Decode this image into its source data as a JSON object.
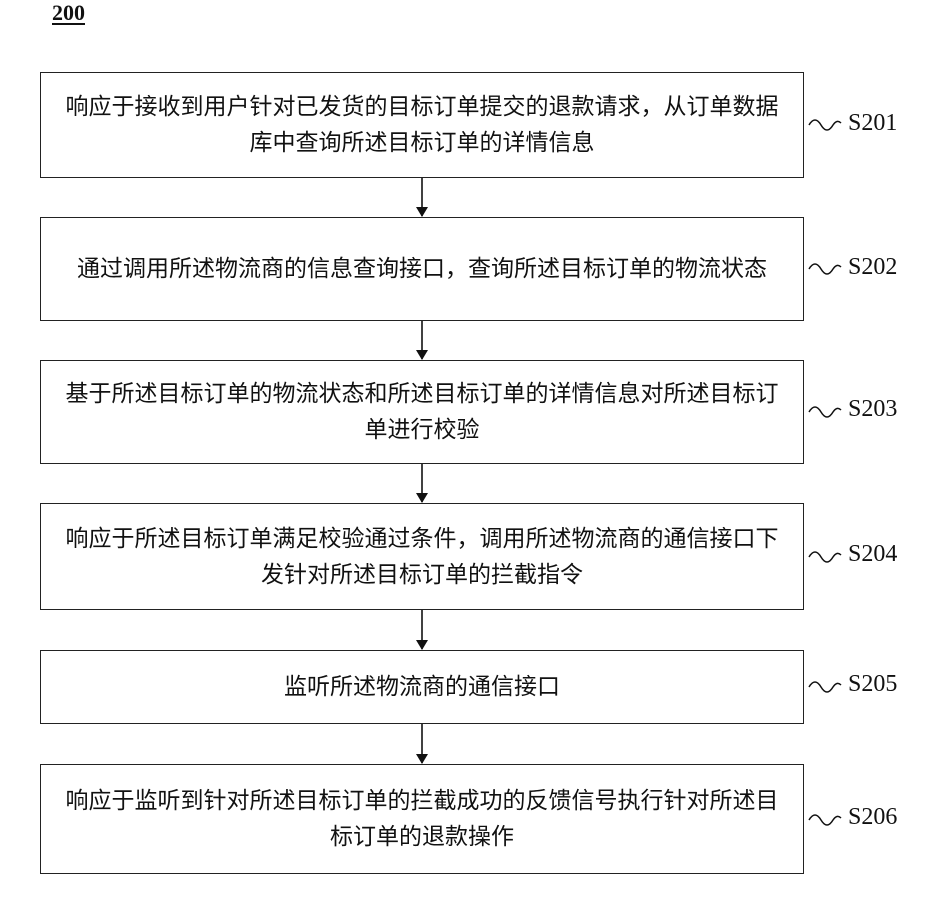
{
  "figure": {
    "number": "200"
  },
  "steps": [
    {
      "label": "S201",
      "text": "响应于接收到用户针对已发货的目标订单提交的退款请求，从订单数据库中查询所述目标订单的详情信息"
    },
    {
      "label": "S202",
      "text": "通过调用所述物流商的信息查询接口，查询所述目标订单的物流状态"
    },
    {
      "label": "S203",
      "text": "基于所述目标订单的物流状态和所述目标订单的详情信息对所述目标订单进行校验"
    },
    {
      "label": "S204",
      "text": "响应于所述目标订单满足校验通过条件，调用所述物流商的通信接口下发针对所述目标订单的拦截指令"
    },
    {
      "label": "S205",
      "text": "监听所述物流商的通信接口"
    },
    {
      "label": "S206",
      "text": "响应于监听到针对所述目标订单的拦截成功的反馈信号执行针对所述目标订单的退款操作"
    }
  ]
}
